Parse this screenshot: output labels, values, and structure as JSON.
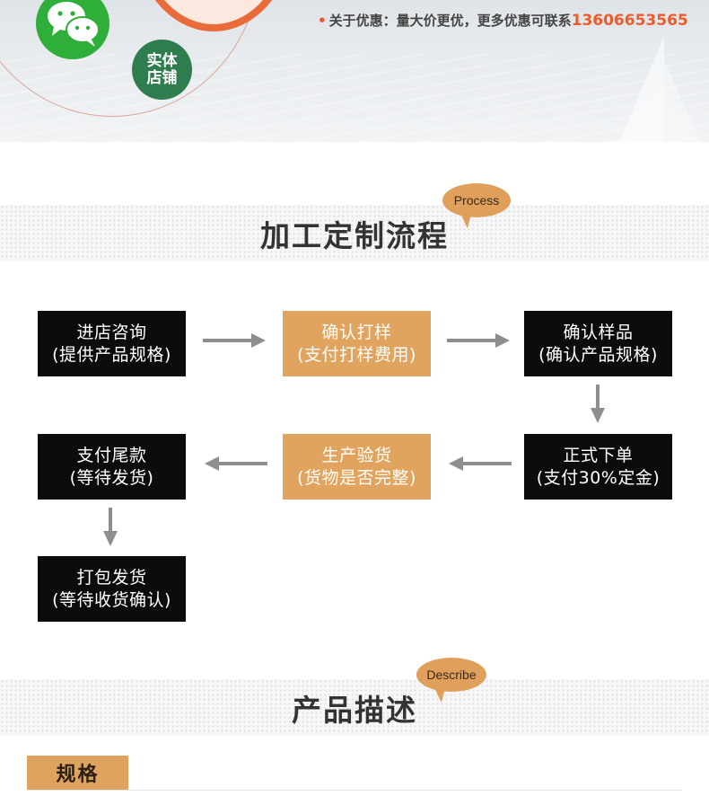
{
  "banner": {
    "store_line1": "实体",
    "store_line2": "店铺",
    "promo_text": "关于优惠：量大价更优，更多优惠可联系",
    "promo_phone": "13606653565",
    "icons": [
      "wechat-icon",
      "store-badge"
    ]
  },
  "process_section": {
    "title": "加工定制流程",
    "bubble": "Process",
    "steps": [
      {
        "line1": "进店咨询",
        "line2": "(提供产品规格)"
      },
      {
        "line1": "确认打样",
        "line2": "(支付打样费用)"
      },
      {
        "line1": "确认样品",
        "line2": "(确认产品规格)"
      },
      {
        "line1": "正式下单",
        "line2": "(支付30%定金)"
      },
      {
        "line1": "生产验货",
        "line2": "(货物是否完整)"
      },
      {
        "line1": "支付尾款",
        "line2": "(等待发货)"
      },
      {
        "line1": "打包发货",
        "line2": "(等待收货确认)"
      }
    ],
    "arrow_icons": [
      "arrow-right-icon",
      "arrow-down-icon",
      "arrow-left-icon"
    ]
  },
  "describe_section": {
    "title": "产品描述",
    "bubble": "Describe",
    "spec_tag": "规格"
  },
  "colors": {
    "dark_box": "#0c0c0c",
    "tan_box": "#e0a45e",
    "accent_orange": "#ee5a2a",
    "bubble": "#e0a05c",
    "arrow_gray": "#8e8e8e"
  }
}
